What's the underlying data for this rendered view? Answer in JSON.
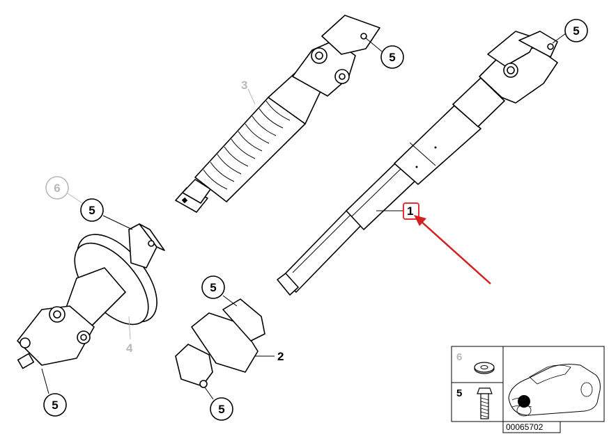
{
  "callouts": {
    "c5_top_right": "5",
    "c5_upper_shaft3": "5",
    "c5_left_top": "5",
    "c6_left_top": "6",
    "c5_middle": "5",
    "c5_middle_bottom": "5",
    "c5_left_bottom": "5"
  },
  "labels": {
    "part1": "1",
    "part2": "2",
    "part3": "3",
    "part4": "4"
  },
  "legend": {
    "row_washer": "6",
    "row_bolt": "5"
  },
  "reference_number": "00065702",
  "colors": {
    "highlight_box": "#e03030",
    "arrow": "#d42020",
    "gray_label": "#b8b8b8",
    "ink": "#000000"
  }
}
